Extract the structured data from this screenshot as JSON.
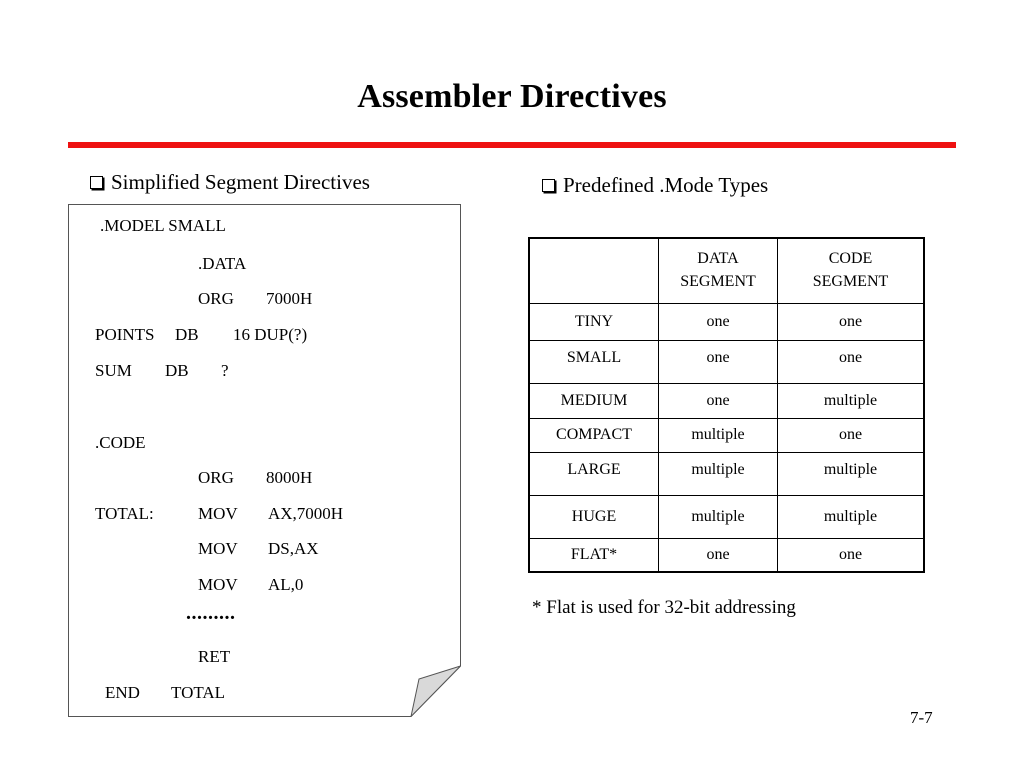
{
  "slide": {
    "title": "Assembler Directives",
    "page_number": "7-7",
    "accent_color": "#ee1111"
  },
  "left": {
    "heading": "Simplified Segment Directives",
    "code": {
      "l1": ".MODEL SMALL",
      "l2": ".DATA",
      "l3a": "ORG",
      "l3b": "7000H",
      "l4a": "POINTS",
      "l4b": "DB",
      "l4c": "16 DUP(?)",
      "l5a": "SUM",
      "l5b": "DB",
      "l5c": "?",
      "l6": ".CODE",
      "l7a": "ORG",
      "l7b": "8000H",
      "l8a": "TOTAL:",
      "l8b": "MOV",
      "l8c": "AX,7000H",
      "l9a": "MOV",
      "l9b": "DS,AX",
      "l10a": "MOV",
      "l10b": "AL,0",
      "l11": ".........",
      "l12": "RET",
      "l13a": "END",
      "l13b": "TOTAL"
    }
  },
  "right": {
    "heading": "Predefined .Mode Types",
    "table": {
      "header": [
        "",
        "DATA\nSEGMENT",
        "CODE\nSEGMENT"
      ],
      "rows": [
        [
          "TINY",
          "one",
          "one"
        ],
        [
          "SMALL",
          "one",
          "one"
        ],
        [
          "MEDIUM",
          "one",
          "multiple"
        ],
        [
          "COMPACT",
          "multiple",
          "one"
        ],
        [
          "LARGE",
          "multiple",
          "multiple"
        ],
        [
          "HUGE",
          "multiple",
          "multiple"
        ],
        [
          "FLAT*",
          "one",
          "one"
        ]
      ]
    },
    "footnote": "* Flat is used for 32-bit addressing"
  }
}
